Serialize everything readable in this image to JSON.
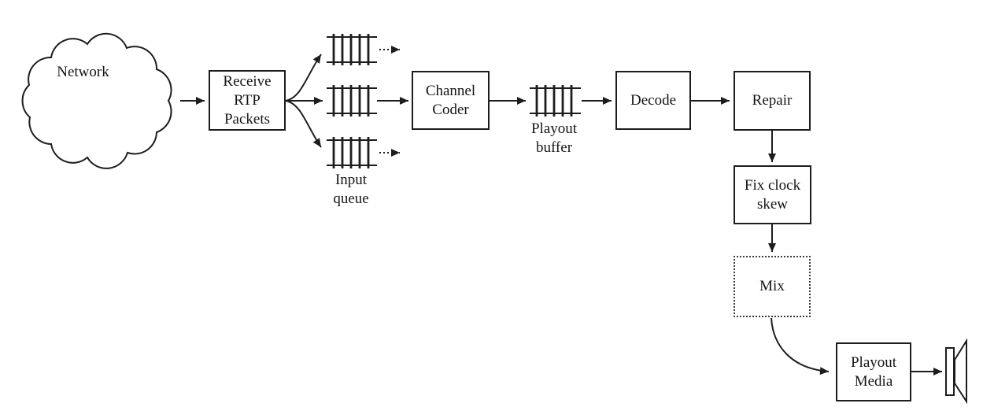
{
  "colors": {
    "line": "#1d1d1d",
    "text": "#151515",
    "background": "#ffffff"
  },
  "nodes": {
    "network": {
      "label": "Network",
      "shape": "cloud"
    },
    "receive_rtp_packets": {
      "lines": [
        "Receive",
        "RTP",
        "Packets"
      ],
      "shape": "box"
    },
    "input_queues": {
      "label_lines": [
        "Input",
        "queue"
      ],
      "count": 3,
      "shape": "queue-icon"
    },
    "channel_coder": {
      "lines": [
        "Channel",
        "Coder"
      ],
      "shape": "box"
    },
    "playout_buffer": {
      "label_lines": [
        "Playout",
        "buffer"
      ],
      "shape": "queue-icon"
    },
    "decode": {
      "label": "Decode",
      "shape": "box"
    },
    "repair": {
      "label": "Repair",
      "shape": "box"
    },
    "fix_clock_skew": {
      "lines": [
        "Fix clock",
        "skew"
      ],
      "shape": "box"
    },
    "mix": {
      "label": "Mix",
      "shape": "box-dotted"
    },
    "playout_media": {
      "lines": [
        "Playout",
        "Media"
      ],
      "shape": "box"
    },
    "speaker": {
      "shape": "loudspeaker-icon"
    }
  },
  "edges": [
    {
      "from": "network",
      "to": "receive_rtp_packets",
      "style": "solid"
    },
    {
      "from": "receive_rtp_packets",
      "to": "input_queue_top",
      "style": "solid-curved"
    },
    {
      "from": "receive_rtp_packets",
      "to": "input_queue_middle",
      "style": "solid"
    },
    {
      "from": "receive_rtp_packets",
      "to": "input_queue_bottom",
      "style": "solid-curved"
    },
    {
      "from": "input_queue_top",
      "to": "out",
      "style": "dotted"
    },
    {
      "from": "input_queue_middle",
      "to": "channel_coder",
      "style": "solid"
    },
    {
      "from": "input_queue_bottom",
      "to": "out",
      "style": "dotted"
    },
    {
      "from": "channel_coder",
      "to": "playout_buffer",
      "style": "solid"
    },
    {
      "from": "playout_buffer",
      "to": "decode",
      "style": "solid"
    },
    {
      "from": "decode",
      "to": "repair",
      "style": "solid"
    },
    {
      "from": "repair",
      "to": "fix_clock_skew",
      "style": "solid"
    },
    {
      "from": "fix_clock_skew",
      "to": "mix",
      "style": "solid"
    },
    {
      "from": "mix",
      "to": "playout_media",
      "style": "curved"
    },
    {
      "from": "playout_media",
      "to": "speaker",
      "style": "solid"
    }
  ]
}
